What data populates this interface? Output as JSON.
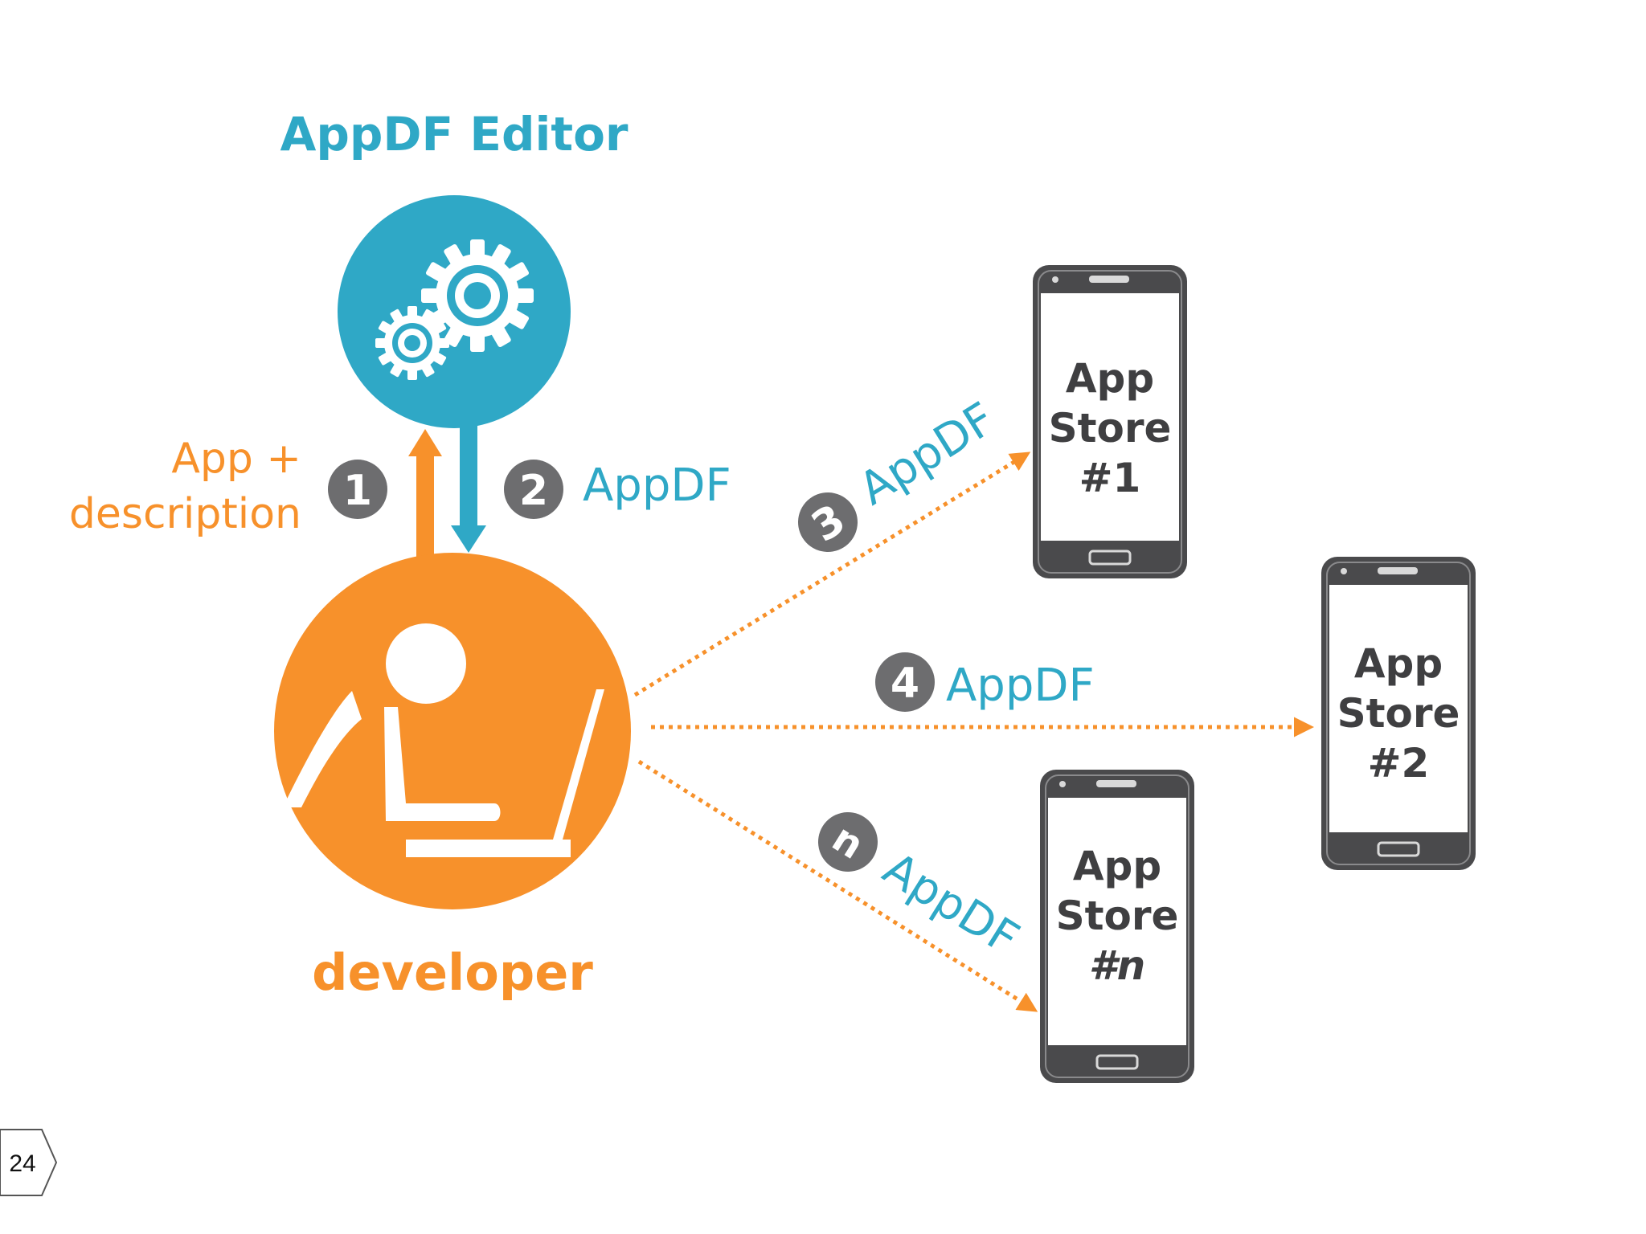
{
  "editor": {
    "title": "AppDF Editor"
  },
  "developer": {
    "label": "developer"
  },
  "input_label": {
    "line1": "App +",
    "line2": "description"
  },
  "steps": [
    {
      "badge": "1",
      "label": ""
    },
    {
      "badge": "2",
      "label": "AppDF"
    },
    {
      "badge": "3",
      "label": "AppDF"
    },
    {
      "badge": "4",
      "label": "AppDF"
    },
    {
      "badge": "n",
      "label": "AppDF"
    }
  ],
  "stores": [
    {
      "line1": "App",
      "line2": "Store",
      "line3": "#1"
    },
    {
      "line1": "App",
      "line2": "Store",
      "line3": "#2"
    },
    {
      "line1": "App",
      "line2": "Store",
      "line3": "#n"
    }
  ],
  "page_number": "24",
  "colors": {
    "blue": "#2fa8c6",
    "orange": "#f7912b",
    "grey_badge": "#6d6d6f",
    "phone_body": "#4a4a4c",
    "phone_text": "#3f3f41"
  },
  "icons": {
    "editor": "gears-icon",
    "developer": "developer-at-laptop-icon"
  }
}
